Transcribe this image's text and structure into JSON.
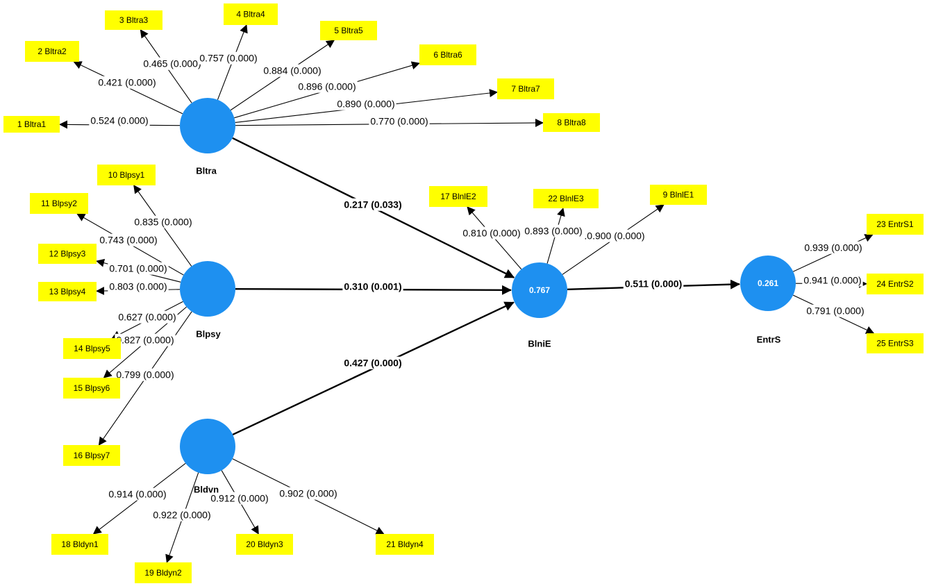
{
  "constructs": [
    {
      "id": "Bltra",
      "label": "Bltra",
      "r2": ""
    },
    {
      "id": "Blpsy",
      "label": "Blpsy",
      "r2": ""
    },
    {
      "id": "Bldvn",
      "label": "Bldvn",
      "r2": ""
    },
    {
      "id": "BlniE",
      "label": "BlniE",
      "r2": "0.767"
    },
    {
      "id": "EntrS",
      "label": "EntrS",
      "r2": "0.261"
    }
  ],
  "indicators": [
    {
      "id": "i1",
      "label": "1 Bltra1"
    },
    {
      "id": "i2",
      "label": "2 Bltra2"
    },
    {
      "id": "i3",
      "label": "3 Bltra3"
    },
    {
      "id": "i4",
      "label": "4 Bltra4"
    },
    {
      "id": "i5",
      "label": "5 Bltra5"
    },
    {
      "id": "i6",
      "label": "6 Bltra6"
    },
    {
      "id": "i7",
      "label": "7 Bltra7"
    },
    {
      "id": "i8",
      "label": "8 Bltra8"
    },
    {
      "id": "i10",
      "label": "10 Blpsy1"
    },
    {
      "id": "i11",
      "label": "11 Blpsy2"
    },
    {
      "id": "i12",
      "label": "12 Blpsy3"
    },
    {
      "id": "i13",
      "label": "13 Blpsy4"
    },
    {
      "id": "i14",
      "label": "14 Blpsy5"
    },
    {
      "id": "i15",
      "label": "15 Blpsy6"
    },
    {
      "id": "i16",
      "label": "16 Blpsy7"
    },
    {
      "id": "i17",
      "label": "17 BlnlE2"
    },
    {
      "id": "i22",
      "label": "22 BlnlE3"
    },
    {
      "id": "i9",
      "label": "9 BlnlE1"
    },
    {
      "id": "i23",
      "label": "23 EntrS1"
    },
    {
      "id": "i24",
      "label": "24 EntrS2"
    },
    {
      "id": "i25",
      "label": "25 EntrS3"
    },
    {
      "id": "i18",
      "label": "18 Bldyn1"
    },
    {
      "id": "i19",
      "label": "19 Bldyn2"
    },
    {
      "id": "i20",
      "label": "20 Bldyn3"
    },
    {
      "id": "i21",
      "label": "21 Bldyn4"
    }
  ],
  "loadings": [
    {
      "from": "Bltra",
      "to": "i1",
      "label": "0.524 (0.000)"
    },
    {
      "from": "Bltra",
      "to": "i2",
      "label": "0.421 (0.000)"
    },
    {
      "from": "Bltra",
      "to": "i3",
      "label": "0.465 (0.000)"
    },
    {
      "from": "Bltra",
      "to": "i4",
      "label": "0.757 (0.000)"
    },
    {
      "from": "Bltra",
      "to": "i5",
      "label": "0.884 (0.000)"
    },
    {
      "from": "Bltra",
      "to": "i6",
      "label": "0.896 (0.000)"
    },
    {
      "from": "Bltra",
      "to": "i7",
      "label": "0.890 (0.000)"
    },
    {
      "from": "Bltra",
      "to": "i8",
      "label": "0.770 (0.000)"
    },
    {
      "from": "Blpsy",
      "to": "i10",
      "label": "0.835 (0.000)"
    },
    {
      "from": "Blpsy",
      "to": "i11",
      "label": "0.743 (0.000)"
    },
    {
      "from": "Blpsy",
      "to": "i12",
      "label": "0.701 (0.000)"
    },
    {
      "from": "Blpsy",
      "to": "i13",
      "label": "0.803 (0.000)"
    },
    {
      "from": "Blpsy",
      "to": "i14",
      "label": "0.627 (0.000)"
    },
    {
      "from": "Blpsy",
      "to": "i15",
      "label": "0.827 (0.000)"
    },
    {
      "from": "Blpsy",
      "to": "i16",
      "label": "0.799 (0.000)"
    },
    {
      "from": "BlniE",
      "to": "i17",
      "label": "0.810 (0.000)"
    },
    {
      "from": "BlniE",
      "to": "i22",
      "label": "0.893 (0.000)"
    },
    {
      "from": "BlniE",
      "to": "i9",
      "label": ".0.900 (0.000)"
    },
    {
      "from": "EntrS",
      "to": "i23",
      "label": "0.939 (0.000)"
    },
    {
      "from": "EntrS",
      "to": "i24",
      "label": "0.941 (0.000)"
    },
    {
      "from": "EntrS",
      "to": "i25",
      "label": "0.791 (0.000)"
    },
    {
      "from": "Bldvn",
      "to": "i18",
      "label": "0.914 (0.000)"
    },
    {
      "from": "Bldvn",
      "to": "i19",
      "label": "0.922 (0.000)"
    },
    {
      "from": "Bldvn",
      "to": "i20",
      "label": "0.912 (0.000)"
    },
    {
      "from": "Bldvn",
      "to": "i21",
      "label": "0.902 (0.000)"
    }
  ],
  "paths": [
    {
      "from": "Bltra",
      "to": "BlniE",
      "label": "0.217 (0.033)"
    },
    {
      "from": "Blpsy",
      "to": "BlniE",
      "label": "0.310 (0.001)"
    },
    {
      "from": "Bldvn",
      "to": "BlniE",
      "label": "0.427 (0.000)"
    },
    {
      "from": "BlniE",
      "to": "EntrS",
      "label": "0.511 (0.000)"
    }
  ],
  "colors": {
    "construct_fill": "#1e90f0",
    "indicator_fill": "#ffff00",
    "line": "#000000"
  }
}
